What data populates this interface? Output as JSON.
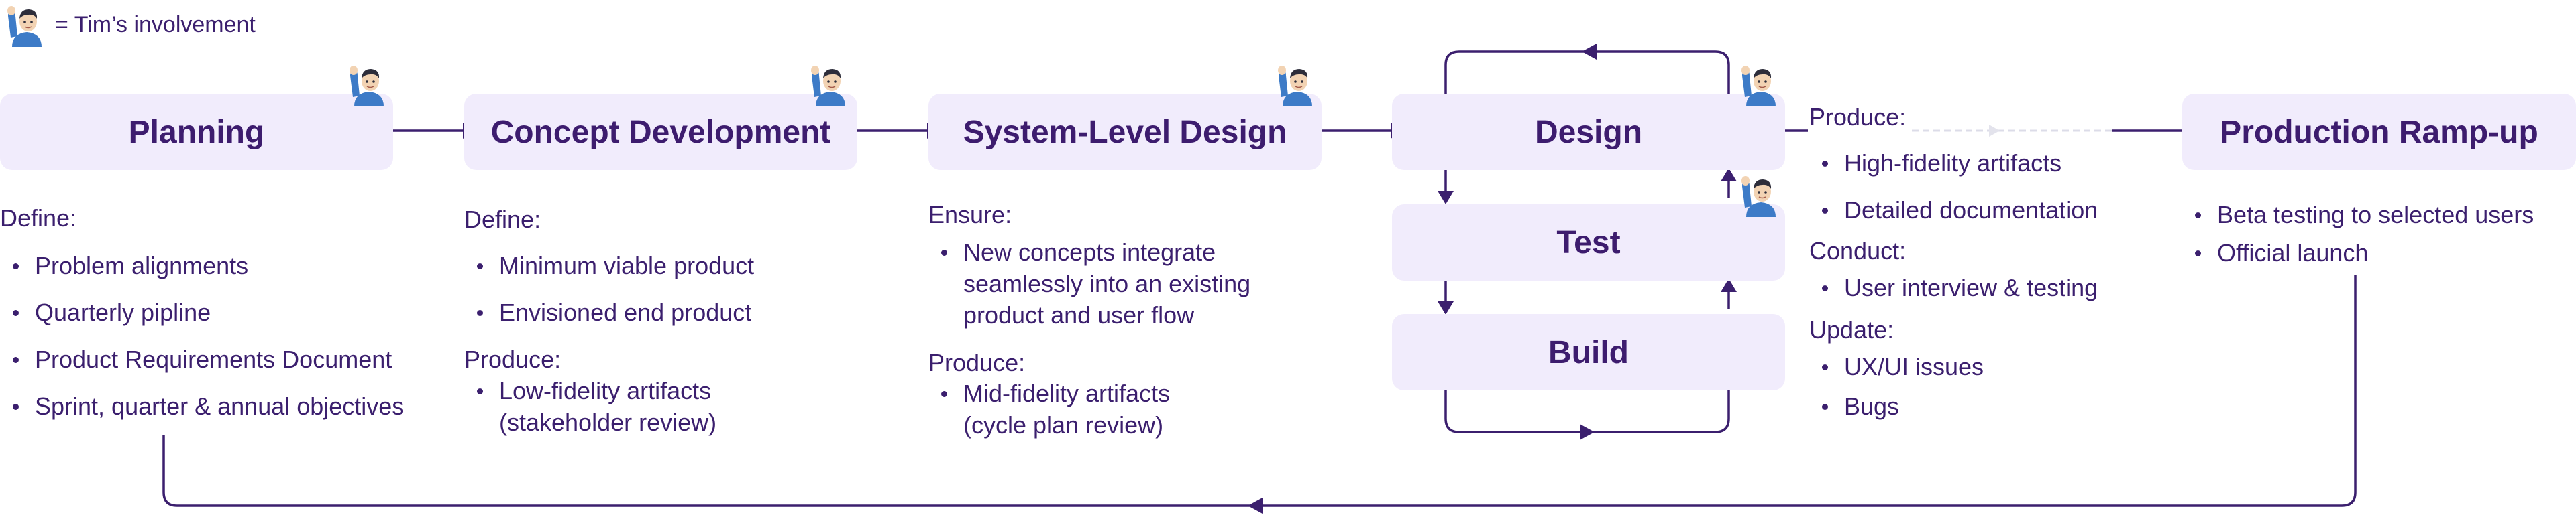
{
  "legend": {
    "text": "= Tim’s involvement"
  },
  "stages": {
    "planning": "Planning",
    "concept": "Concept Development",
    "system": "System-Level Design",
    "design": "Design",
    "test": "Test",
    "build": "Build",
    "ramp": "Production Ramp-up"
  },
  "planning_notes": {
    "define_label": "Define:",
    "items": [
      "Problem alignments",
      "Quarterly pipline",
      "Product Requirements Document",
      "Sprint, quarter & annual objectives"
    ]
  },
  "concept_notes": {
    "define_label": "Define:",
    "define_items": [
      "Minimum viable product",
      "Envisioned end product"
    ],
    "produce_label": "Produce:",
    "produce_line1": "Low-fidelity artifacts",
    "produce_line2": "(stakeholder review)"
  },
  "system_notes": {
    "ensure_label": "Ensure:",
    "ensure_line1": "New concepts integrate",
    "ensure_line2": "seamlessly into an existing",
    "ensure_line3": "product and user flow",
    "produce_label": "Produce:",
    "produce_line1": "Mid-fidelity artifacts",
    "produce_line2": "(cycle plan review)"
  },
  "design_notes": {
    "produce_label": "Produce:",
    "produce_items": [
      "High-fidelity artifacts",
      "Detailed documentation"
    ],
    "conduct_label": "Conduct:",
    "conduct_items": [
      "User interview & testing"
    ],
    "update_label": "Update:",
    "update_items": [
      "UX/UI issues",
      "Bugs"
    ]
  },
  "ramp_notes": {
    "items": [
      "Beta testing to selected users",
      "Official launch"
    ]
  },
  "colors": {
    "line": "#3b1f6e",
    "box_fill": "#f1ecfc",
    "text": "#3b1f6e",
    "faded_line": "#dcdce8"
  },
  "icons": {
    "involvement": "raised-hand-person-icon"
  }
}
